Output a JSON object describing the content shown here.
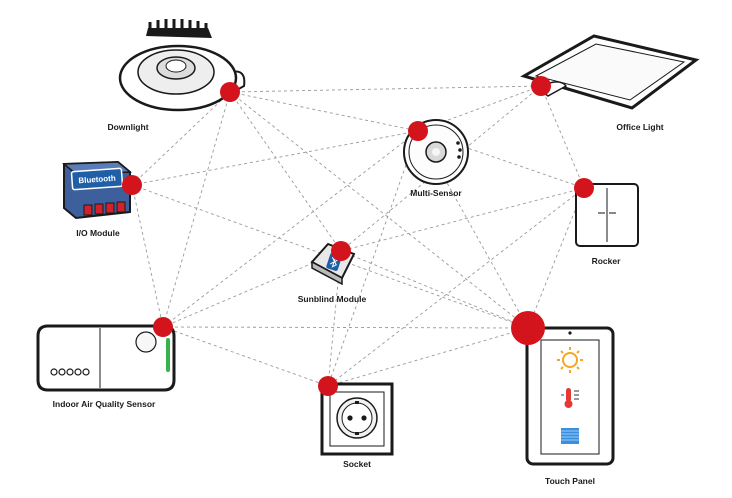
{
  "colors": {
    "node": "#d4141c",
    "link": "#9a9a9a",
    "outline": "#1a1a1a",
    "bluetooth_bg": "#1f5fa8",
    "module_body": "#3d5f9c",
    "module_buttons": "#d4202a",
    "status_green": "#35b34a",
    "sun_icon": "#f5a623",
    "thermo_icon": "#e53935",
    "blind_icon": "#3a8fe0"
  },
  "devices": {
    "downlight": {
      "label": "Downlight",
      "icon": "downlight-icon"
    },
    "office_light": {
      "label": "Office Light",
      "icon": "panel-light-icon"
    },
    "multi_sensor": {
      "label": "Multi-Sensor",
      "icon": "multi-sensor-icon"
    },
    "io_module": {
      "label": "I/O Module",
      "icon": "io-module-icon",
      "badge_text": "Bluetooth"
    },
    "rocker": {
      "label": "Rocker",
      "icon": "rocker-switch-icon"
    },
    "sunblind_module": {
      "label": "Sunblind Module",
      "icon": "sunblind-module-icon"
    },
    "indoor_air_quality_sensor": {
      "label": "Indoor Air Quality Sensor",
      "icon": "air-quality-sensor-icon"
    },
    "socket": {
      "label": "Socket",
      "icon": "power-socket-icon"
    },
    "touch_panel": {
      "label": "Touch Panel",
      "icon": "touch-panel-icon",
      "screen_icons": [
        "sun-icon",
        "thermometer-icon",
        "blinds-icon"
      ]
    }
  },
  "connections": [
    [
      "downlight",
      "multi_sensor"
    ],
    [
      "downlight",
      "office_light"
    ],
    [
      "downlight",
      "io_module"
    ],
    [
      "downlight",
      "indoor_air_quality_sensor"
    ],
    [
      "downlight",
      "sunblind_module"
    ],
    [
      "downlight",
      "touch_panel"
    ],
    [
      "office_light",
      "multi_sensor"
    ],
    [
      "office_light",
      "rocker"
    ],
    [
      "office_light",
      "sunblind_module"
    ],
    [
      "multi_sensor",
      "io_module"
    ],
    [
      "multi_sensor",
      "rocker"
    ],
    [
      "multi_sensor",
      "socket"
    ],
    [
      "multi_sensor",
      "touch_panel"
    ],
    [
      "multi_sensor",
      "indoor_air_quality_sensor"
    ],
    [
      "io_module",
      "indoor_air_quality_sensor"
    ],
    [
      "io_module",
      "touch_panel"
    ],
    [
      "rocker",
      "touch_panel"
    ],
    [
      "rocker",
      "sunblind_module"
    ],
    [
      "rocker",
      "socket"
    ],
    [
      "sunblind_module",
      "indoor_air_quality_sensor"
    ],
    [
      "sunblind_module",
      "socket"
    ],
    [
      "sunblind_module",
      "touch_panel"
    ],
    [
      "indoor_air_quality_sensor",
      "socket"
    ],
    [
      "indoor_air_quality_sensor",
      "touch_panel"
    ],
    [
      "socket",
      "touch_panel"
    ]
  ]
}
